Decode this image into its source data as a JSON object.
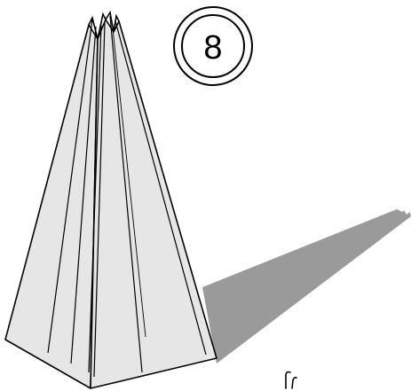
{
  "diagram": {
    "step_number": "8"
  },
  "colors": {
    "background": "#ffffff",
    "outline": "#000000",
    "paper_fill": "#e6e6e6",
    "shadow_fill": "#9a9a9a"
  },
  "icons": {
    "step_badge": "double-circle-step-badge",
    "action_mark": "curl-mark"
  }
}
